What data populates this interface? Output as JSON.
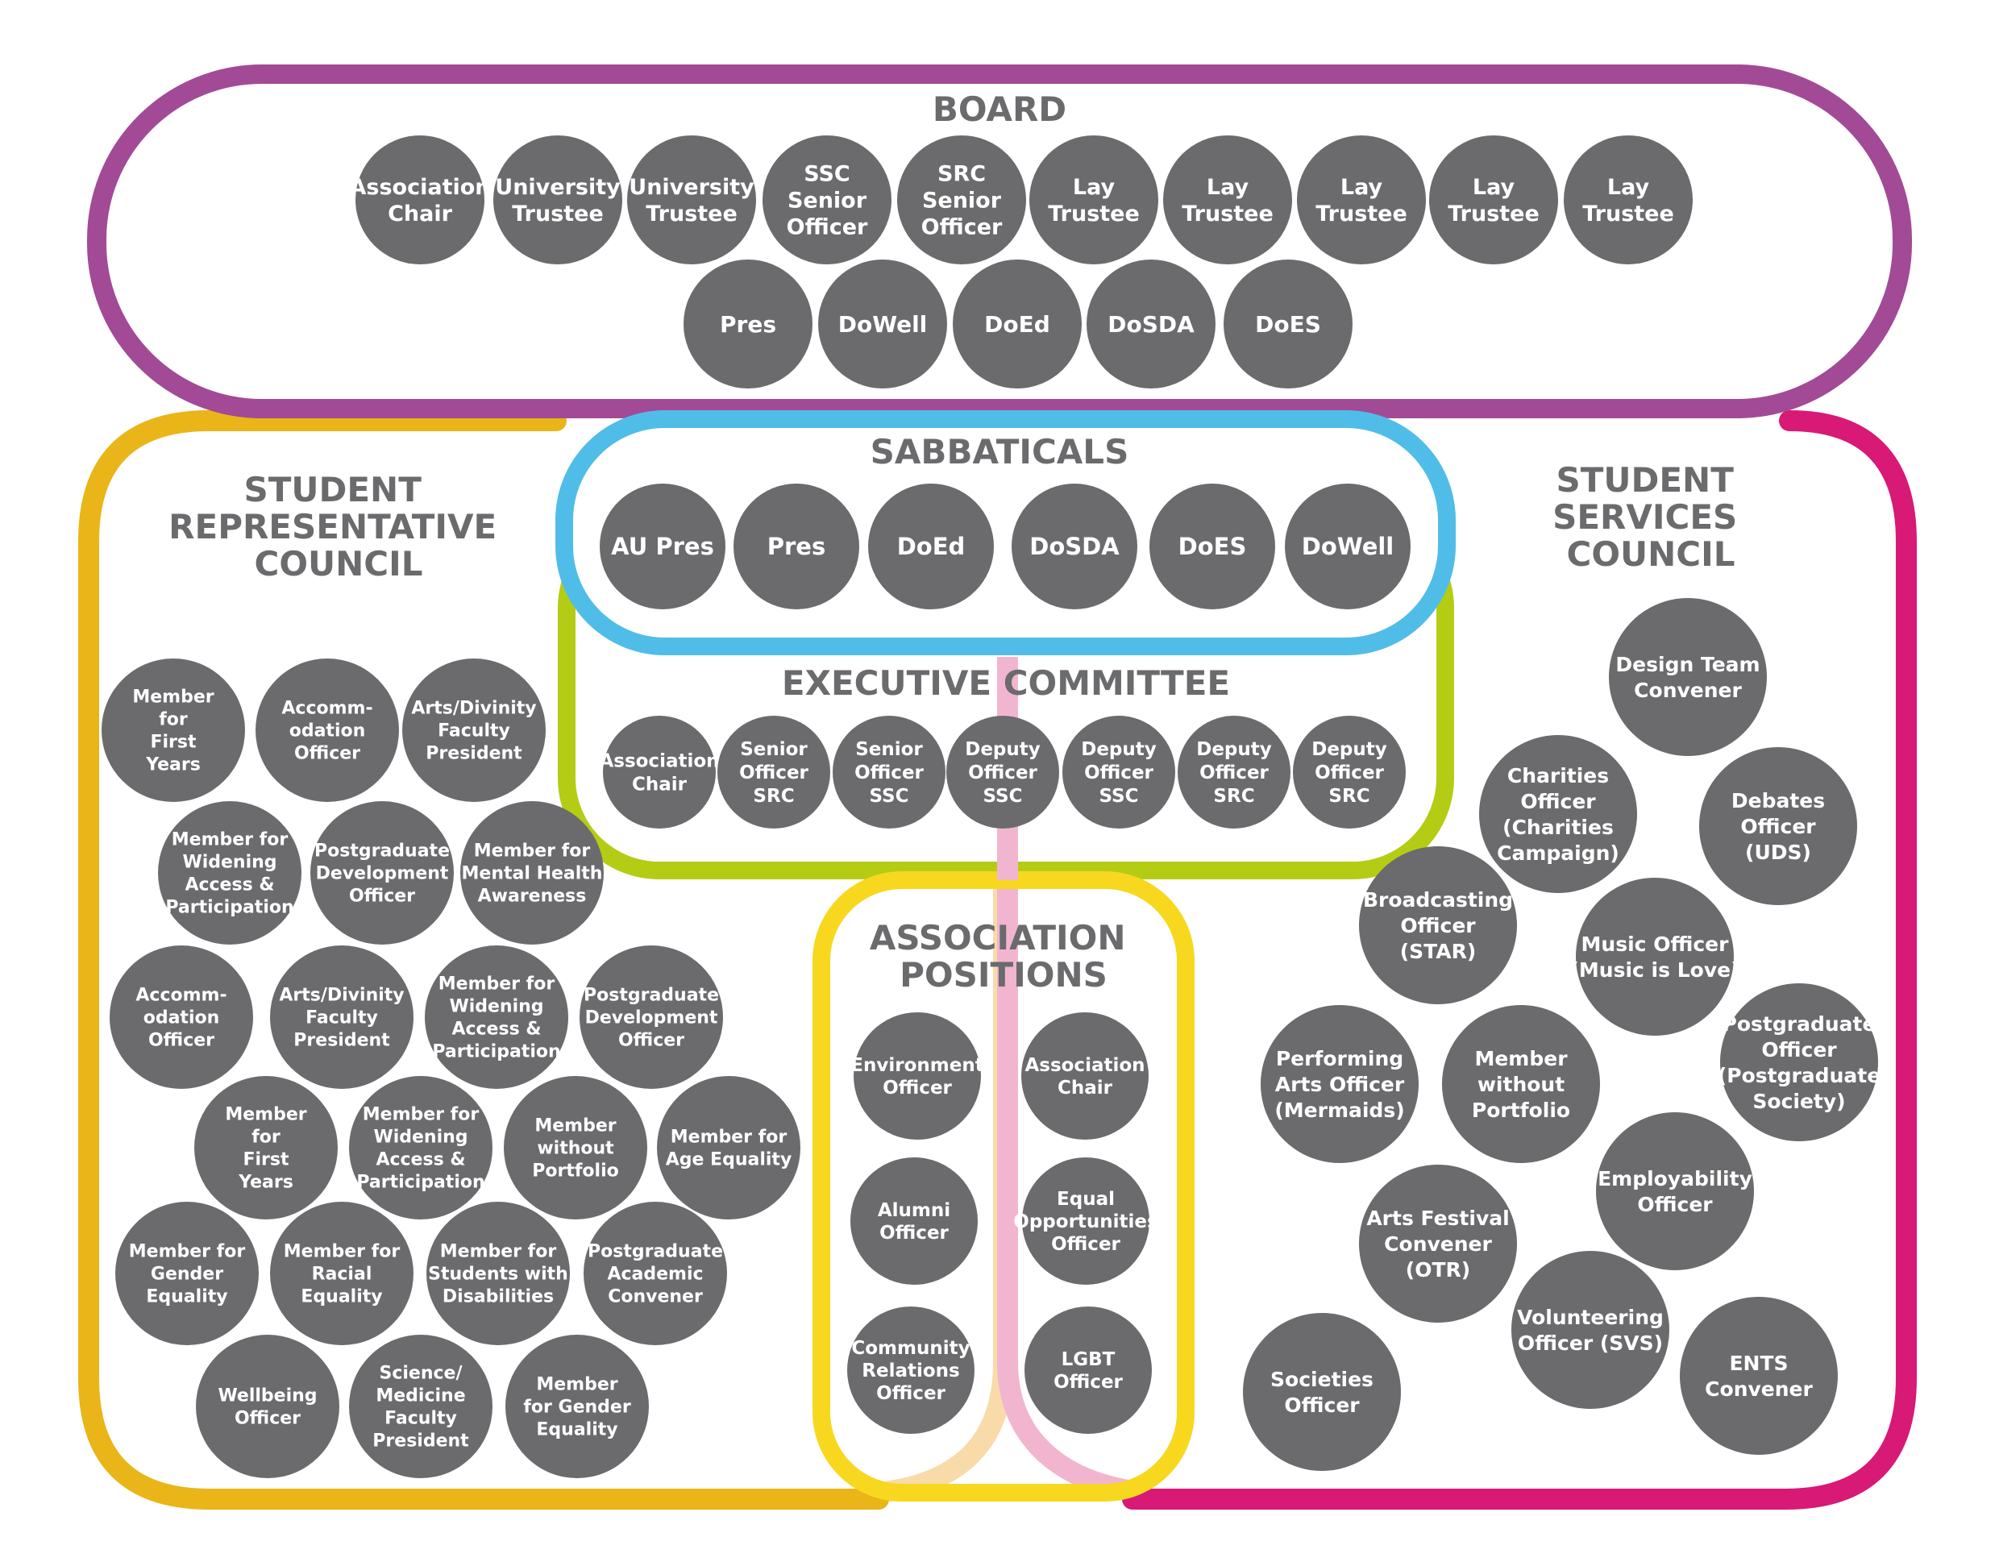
{
  "colors": {
    "board": "#a24a96",
    "src": "#e9b519",
    "ssc": "#d81975",
    "sabbaticals": "#50bde8",
    "executive": "#b5cc14",
    "association": "#f7d81f",
    "peach_link": "#f8dba9",
    "pink_link": "#f2b5d0",
    "circle_fill": "#6b6a6d",
    "title_text": "#6b6a6d",
    "circle_text": "#ffffff"
  },
  "sections": {
    "board": {
      "title": "BOARD"
    },
    "sabbaticals": {
      "title": "SABBATICALS"
    },
    "executive": {
      "title": "EXECUTIVE COMMITTEE"
    },
    "src": {
      "title": [
        "STUDENT",
        "REPRESENTATIVE",
        "COUNCIL"
      ]
    },
    "ssc": {
      "title": [
        "STUDENT",
        "SERVICES",
        "COUNCIL"
      ]
    },
    "association": {
      "title": [
        "ASSOCIATION",
        "POSITIONS"
      ]
    }
  },
  "board": {
    "row1": [
      [
        "Association",
        "Chair"
      ],
      [
        "University",
        "Trustee"
      ],
      [
        "University",
        "Trustee"
      ],
      [
        "SSC",
        "Senior",
        "Officer"
      ],
      [
        "SRC",
        "Senior",
        "Officer"
      ],
      [
        "Lay",
        "Trustee"
      ],
      [
        "Lay",
        "Trustee"
      ],
      [
        "Lay",
        "Trustee"
      ],
      [
        "Lay",
        "Trustee"
      ],
      [
        "Lay",
        "Trustee"
      ]
    ],
    "row2": [
      [
        "Pres"
      ],
      [
        "DoWell"
      ],
      [
        "DoEd"
      ],
      [
        "DoSDA"
      ],
      [
        "DoES"
      ]
    ]
  },
  "sabbaticals": [
    [
      "AU Pres"
    ],
    [
      "Pres"
    ],
    [
      "DoEd"
    ],
    [
      "DoSDA"
    ],
    [
      "DoES"
    ],
    [
      "DoWell"
    ]
  ],
  "executive": [
    [
      "Association",
      "Chair"
    ],
    [
      "Senior",
      "Officer",
      "SRC"
    ],
    [
      "Senior",
      "Officer",
      "SSC"
    ],
    [
      "Deputy",
      "Officer",
      "SSC"
    ],
    [
      "Deputy",
      "Officer",
      "SSC"
    ],
    [
      "Deputy",
      "Officer",
      "SRC"
    ],
    [
      "Deputy",
      "Officer",
      "SRC"
    ]
  ],
  "association": {
    "left": [
      [
        "Environment",
        "Officer"
      ],
      [
        "Alumni",
        "Officer"
      ],
      [
        "Community",
        "Relations",
        "Officer"
      ]
    ],
    "right": [
      [
        "Association",
        "Chair"
      ],
      [
        "Equal",
        "Opportunities",
        "Officer"
      ],
      [
        "LGBT",
        "Officer"
      ]
    ]
  },
  "src": [
    [
      "Member",
      "for",
      "First",
      "Years"
    ],
    [
      "Accomm-",
      "odation",
      "Officer"
    ],
    [
      "Arts/Divinity",
      "Faculty",
      "President"
    ],
    [
      "Member for",
      "Widening",
      "Access &",
      "Participation"
    ],
    [
      "Postgraduate",
      "Development",
      "Officer"
    ],
    [
      "Member for",
      "Mental Health",
      "Awareness"
    ],
    [
      "Accomm-",
      "odation",
      "Officer"
    ],
    [
      "Arts/Divinity",
      "Faculty",
      "President"
    ],
    [
      "Member for",
      "Widening",
      "Access &",
      "Participation"
    ],
    [
      "Postgraduate",
      "Development",
      "Officer"
    ],
    [
      "Member",
      "for",
      "First",
      "Years"
    ],
    [
      "Member for",
      "Widening",
      "Access &",
      "Participation"
    ],
    [
      "Member",
      "without",
      "Portfolio"
    ],
    [
      "Member for",
      "Age Equality"
    ],
    [
      "Member for",
      "Gender",
      "Equality"
    ],
    [
      "Member for",
      "Racial",
      "Equality"
    ],
    [
      "Member for",
      "Students with",
      "Disabilities"
    ],
    [
      "Postgraduate",
      "Academic",
      "Convener"
    ],
    [
      "Wellbeing",
      "Officer"
    ],
    [
      "Science/",
      "Medicine",
      "Faculty",
      "President"
    ],
    [
      "Member",
      "for Gender",
      "Equality"
    ]
  ],
  "ssc": [
    [
      "Design Team",
      "Convener"
    ],
    [
      "Charities",
      "Officer",
      "(Charities",
      "Campaign)"
    ],
    [
      "Debates",
      "Officer",
      "(UDS)"
    ],
    [
      "Broadcasting",
      "Officer",
      "(STAR)"
    ],
    [
      "Music Officer",
      "(Music is Love)"
    ],
    [
      "Postgraduate",
      "Officer",
      "(Postgraduate",
      "Society)"
    ],
    [
      "Performing",
      "Arts Officer",
      "(Mermaids)"
    ],
    [
      "Member",
      "without",
      "Portfolio"
    ],
    [
      "Employability",
      "Officer"
    ],
    [
      "Arts Festival",
      "Convener",
      "(OTR)"
    ],
    [
      "Volunteering",
      "Officer (SVS)"
    ],
    [
      "ENTS",
      "Convener"
    ],
    [
      "Societies",
      "Officer"
    ]
  ]
}
